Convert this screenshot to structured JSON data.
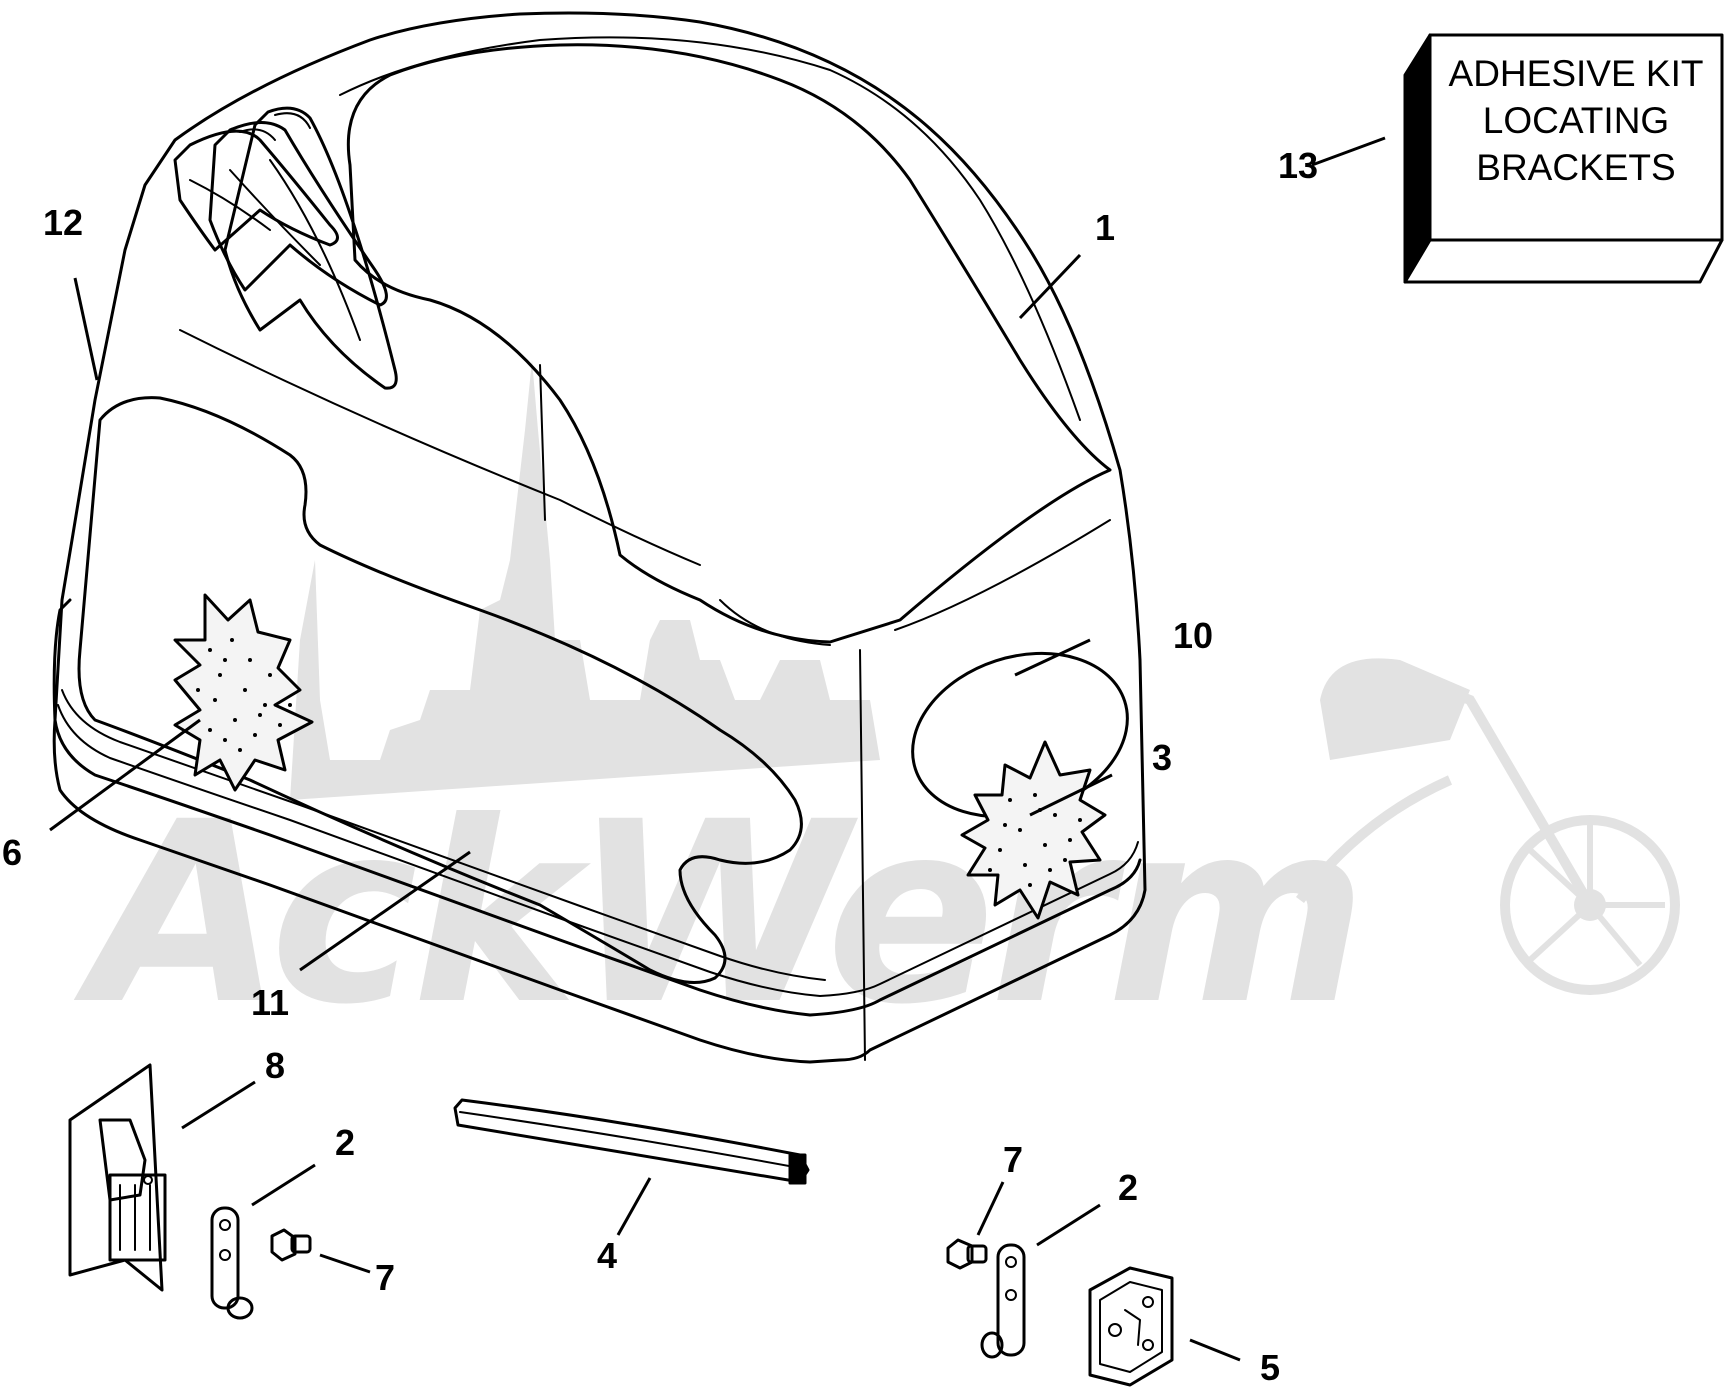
{
  "diagram": {
    "watermark_text": "AckWerm",
    "kit_box": {
      "lines": [
        "ADHESIVE KIT",
        "LOCATING",
        "BRACKETS"
      ]
    },
    "callouts": {
      "c1": "1",
      "c2a": "2",
      "c2b": "2",
      "c3": "3",
      "c4": "4",
      "c5": "5",
      "c6": "6",
      "c7a": "7",
      "c7b": "7",
      "c8": "8",
      "c10": "10",
      "c11": "11",
      "c12": "12",
      "c13": "13"
    }
  }
}
